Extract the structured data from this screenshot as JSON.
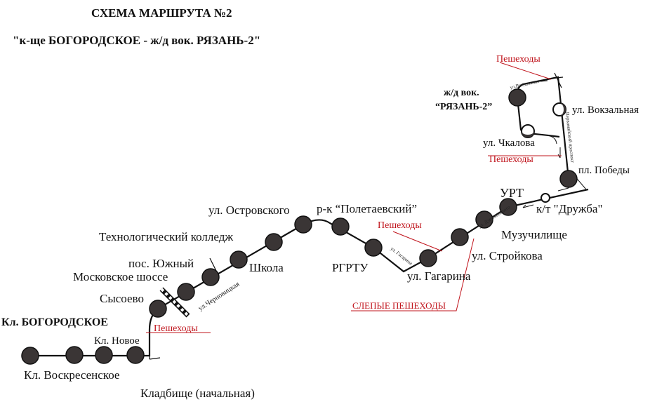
{
  "title": "СХЕМА МАРШРУТА №2",
  "subtitle": "\"к-ще БОГОРОДСКОЕ - ж/д вок. РЯЗАНЬ-2\"",
  "stops": {
    "kl_bogorodskoe": "Кл. БОГОРОДСКОЕ",
    "kl_voskresenskoe": "Кл. Воскресенское",
    "kl_novoe": "Кл. Новое",
    "kladbishche": "Кладбище (начальная)",
    "sysoevo": "Сысоево",
    "moskovskoe": "Московское шоссе",
    "yuzhny": "пос. Южный",
    "shkola": "Школа",
    "college": "Технологический колледж",
    "ostrovskogo": "ул. Островского",
    "poletaevsky": "р-к “Полетаевский”",
    "rgrtu": "РГРТУ",
    "gagarina": "ул. Гагарина",
    "stroykova": "ул. Стройкова",
    "muzuchilishche": "Музучилище",
    "urt": "УРТ",
    "druzhba": "к/т \"Дружба\"",
    "pobedy": "пл. Победы",
    "chkalova": "ул. Чкалова",
    "vokzalnaya": "ул. Вокзальная",
    "ryazan2_line1": "ж/д вок.",
    "ryazan2_line2": "“РЯЗАНЬ-2”"
  },
  "streets": {
    "chernovitskaya": "ул.Черновицкая",
    "gagarina": "ул. Гагарина",
    "dzerzhinskogo": "ул. Дзержинского",
    "vokzalnaya": "ул.Вокзальная",
    "pervomaysky": "Первомайский проспект"
  },
  "notes": {
    "pedestrians_1": "Пешеходы",
    "pedestrians_2": "Пешеходы",
    "pedestrians_3": "Пешеходы",
    "pedestrians_4": "Пешеходы",
    "blind_pedestrians": "СЛЕПЫЕ ПЕШЕХОДЫ"
  },
  "colors": {
    "stop": "#3a3535",
    "note": "#c0141c"
  }
}
